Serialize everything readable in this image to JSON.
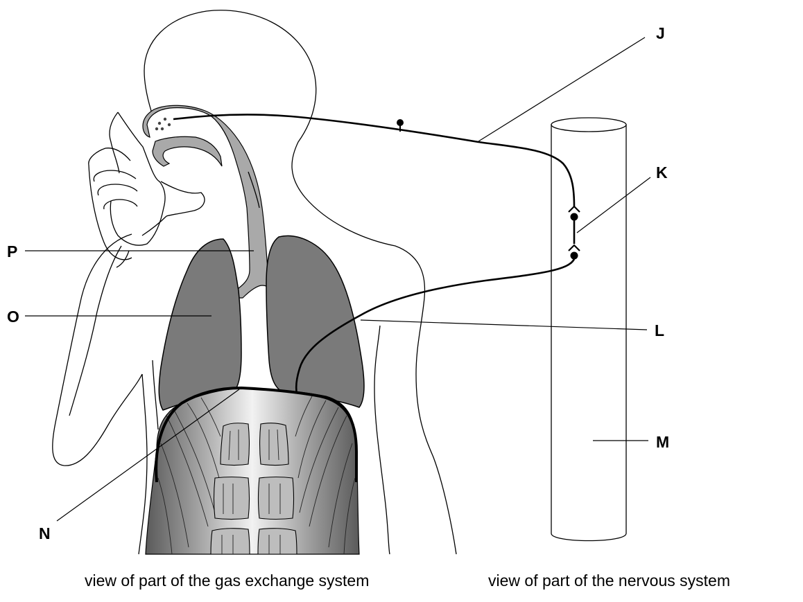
{
  "labels": {
    "J": "J",
    "K": "K",
    "L": "L",
    "M": "M",
    "N": "N",
    "O": "O",
    "P": "P"
  },
  "captions": {
    "gas_exchange": "view of part of the gas exchange system",
    "nervous": "view of part of the nervous system"
  }
}
